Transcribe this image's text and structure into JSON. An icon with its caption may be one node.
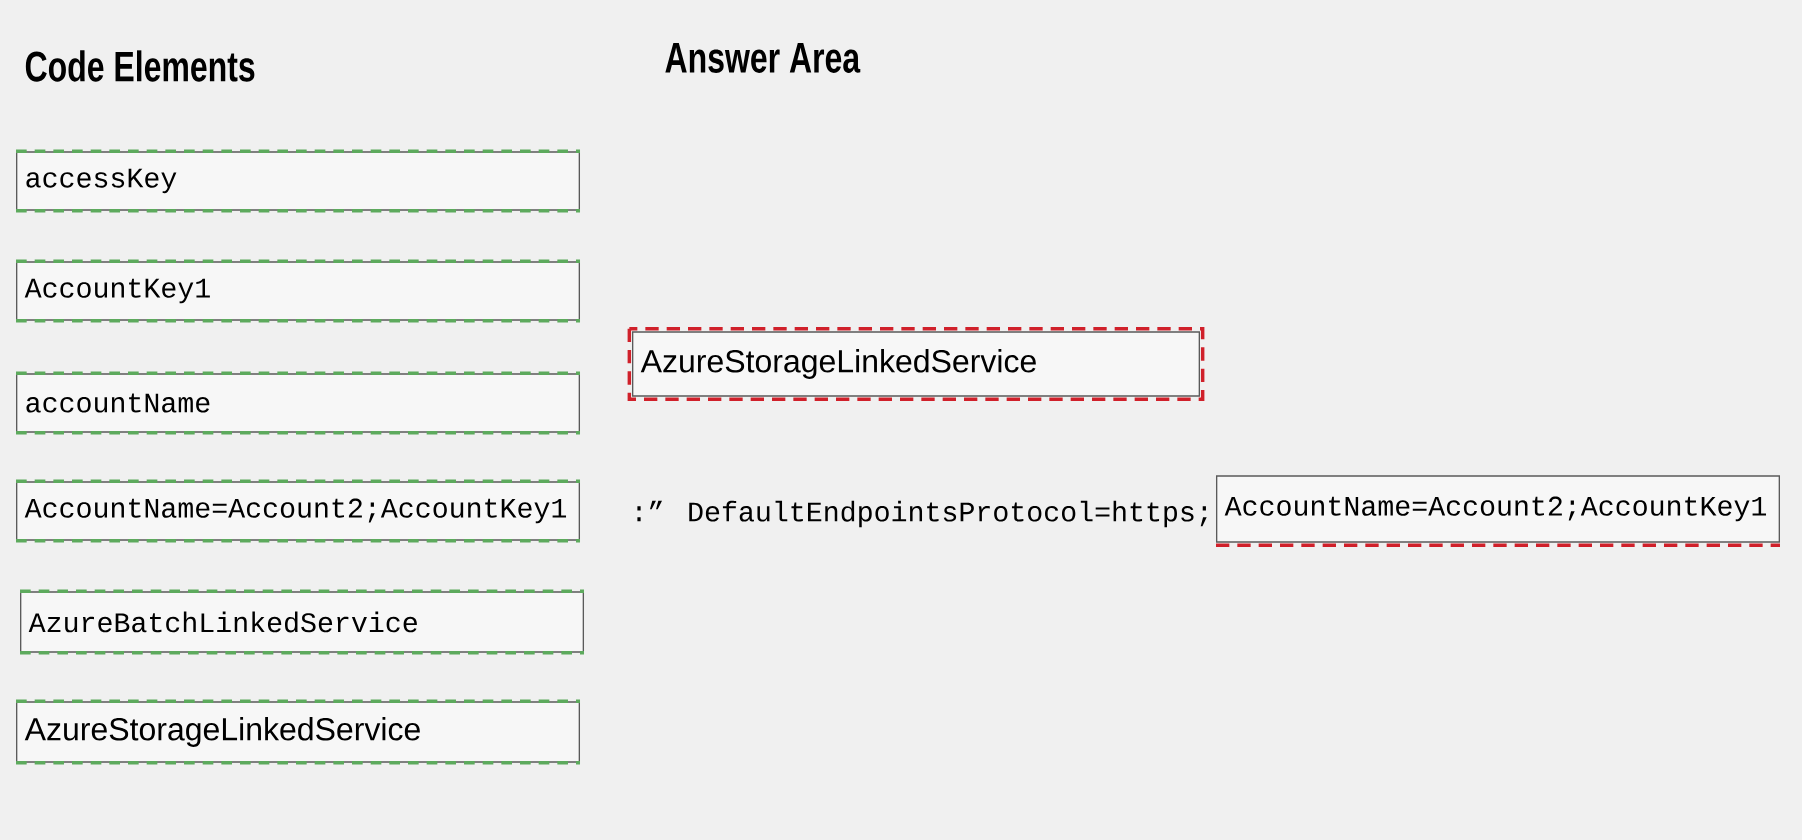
{
  "diagram": {
    "nodes": [
      {
        "text": [
          "accessKey"
        ]
      },
      {
        "text": [
          "AccountKey1"
        ]
      },
      {
        "text": [
          "accountName"
        ]
      },
      {
        "text": [
          "AccountName=Account2;AccountKey1"
        ]
      },
      {
        "text": [
          "AzureBatchLinkedService"
        ]
      },
      {
        "text": [
          "AzureStorageLinkedService"
        ]
      },
      {
        "text": [
          "AzureStorageLinkedService"
        ]
      },
      {
        "text": [
          "AccountName=Account2;AccountKey1"
        ]
      }
    ],
    "labels": [
      "Code Elements",
      "Answer Area",
      ":” DefaultEndpointsProtocol=https;"
    ]
  }
}
